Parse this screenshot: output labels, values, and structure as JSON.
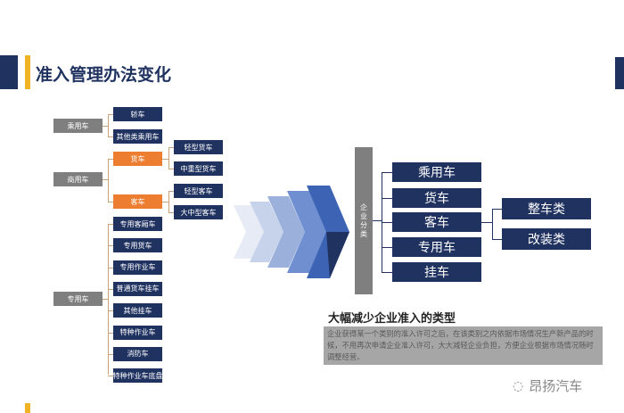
{
  "title": "准入管理办法变化",
  "left_tree": {
    "passenger": {
      "label": "乘用车",
      "children": [
        "轿车",
        "其他类乘用车"
      ]
    },
    "commercial": {
      "label": "商用车",
      "truck": {
        "label": "货车",
        "children": [
          "轻型货车",
          "中重型货车"
        ]
      },
      "bus": {
        "label": "客车",
        "children": [
          "轻型客车",
          "大中型客车"
        ]
      }
    },
    "special": {
      "label": "专用车",
      "children": [
        "专用客厢车",
        "专用货车",
        "专用作业车",
        "普通货车挂车",
        "其他挂车",
        "特种作业车",
        "消防车",
        "特种作业车底盘"
      ]
    }
  },
  "classification": {
    "label": "企业分类",
    "items": [
      "乘用车",
      "货车",
      "客车",
      "专用车",
      "挂车"
    ],
    "groups": [
      "整车类",
      "改装类"
    ]
  },
  "subtitle": "大幅减少企业准入的类型",
  "description": "企业获得某一个类别的准入许可之后，在该类别之内依据市场情况生产新产品的时候，不用再次申请企业准入许可，大大减轻企业负担，方便企业根据市场情况随时调整经营。",
  "watermark": "昂扬汽车",
  "colors": {
    "navy": "#1f3260",
    "orange": "#ed7d31",
    "grey": "#7f7f7f",
    "accent": "#f0b323"
  }
}
